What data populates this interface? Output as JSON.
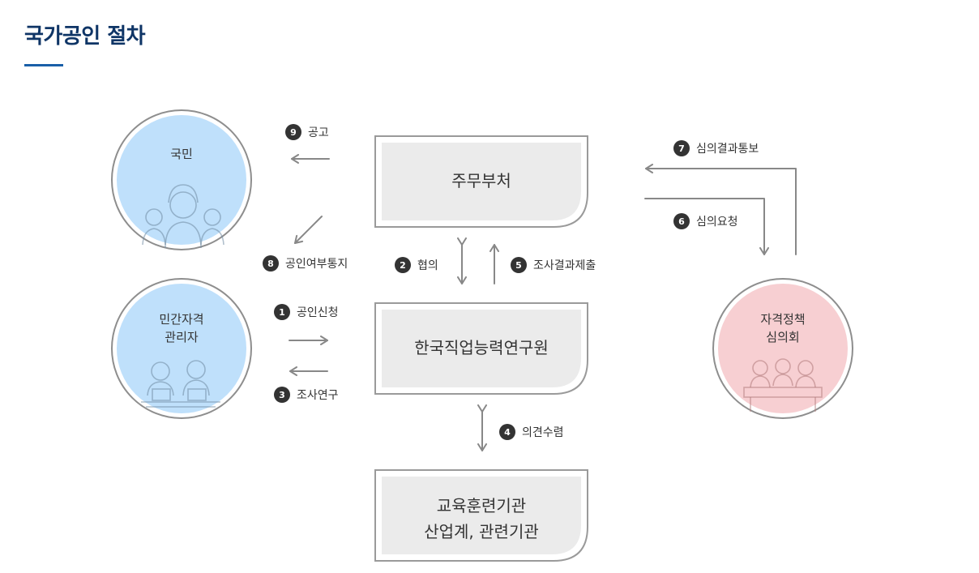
{
  "header": {
    "title": "국가공인 절차"
  },
  "nodes": {
    "ministry": "주무부처",
    "institute": "한국직업능력연구원",
    "education_line1": "교육훈련기관",
    "education_line2": "산업계, 관련기관",
    "citizen": "국민",
    "manager_line1": "민간자격",
    "manager_line2": "관리자",
    "committee_line1": "자격정책",
    "committee_line2": "심의회"
  },
  "steps": [
    {
      "num": "1",
      "label": "공인신청"
    },
    {
      "num": "2",
      "label": "협의"
    },
    {
      "num": "3",
      "label": "조사연구"
    },
    {
      "num": "4",
      "label": "의견수렴"
    },
    {
      "num": "5",
      "label": "조사결과제출"
    },
    {
      "num": "6",
      "label": "심의요청"
    },
    {
      "num": "7",
      "label": "심의결과통보"
    },
    {
      "num": "8",
      "label": "공인여부통지"
    },
    {
      "num": "9",
      "label": "공고"
    }
  ],
  "colors": {
    "title": "#0f3566",
    "underline": "#1a5fa8",
    "circle_blue": "#bfe0fb",
    "circle_pink": "#f7cfd2",
    "box_fill": "#ebebeb",
    "box_border": "#9a9a9a",
    "arrow": "#888888",
    "badge": "#333333"
  }
}
